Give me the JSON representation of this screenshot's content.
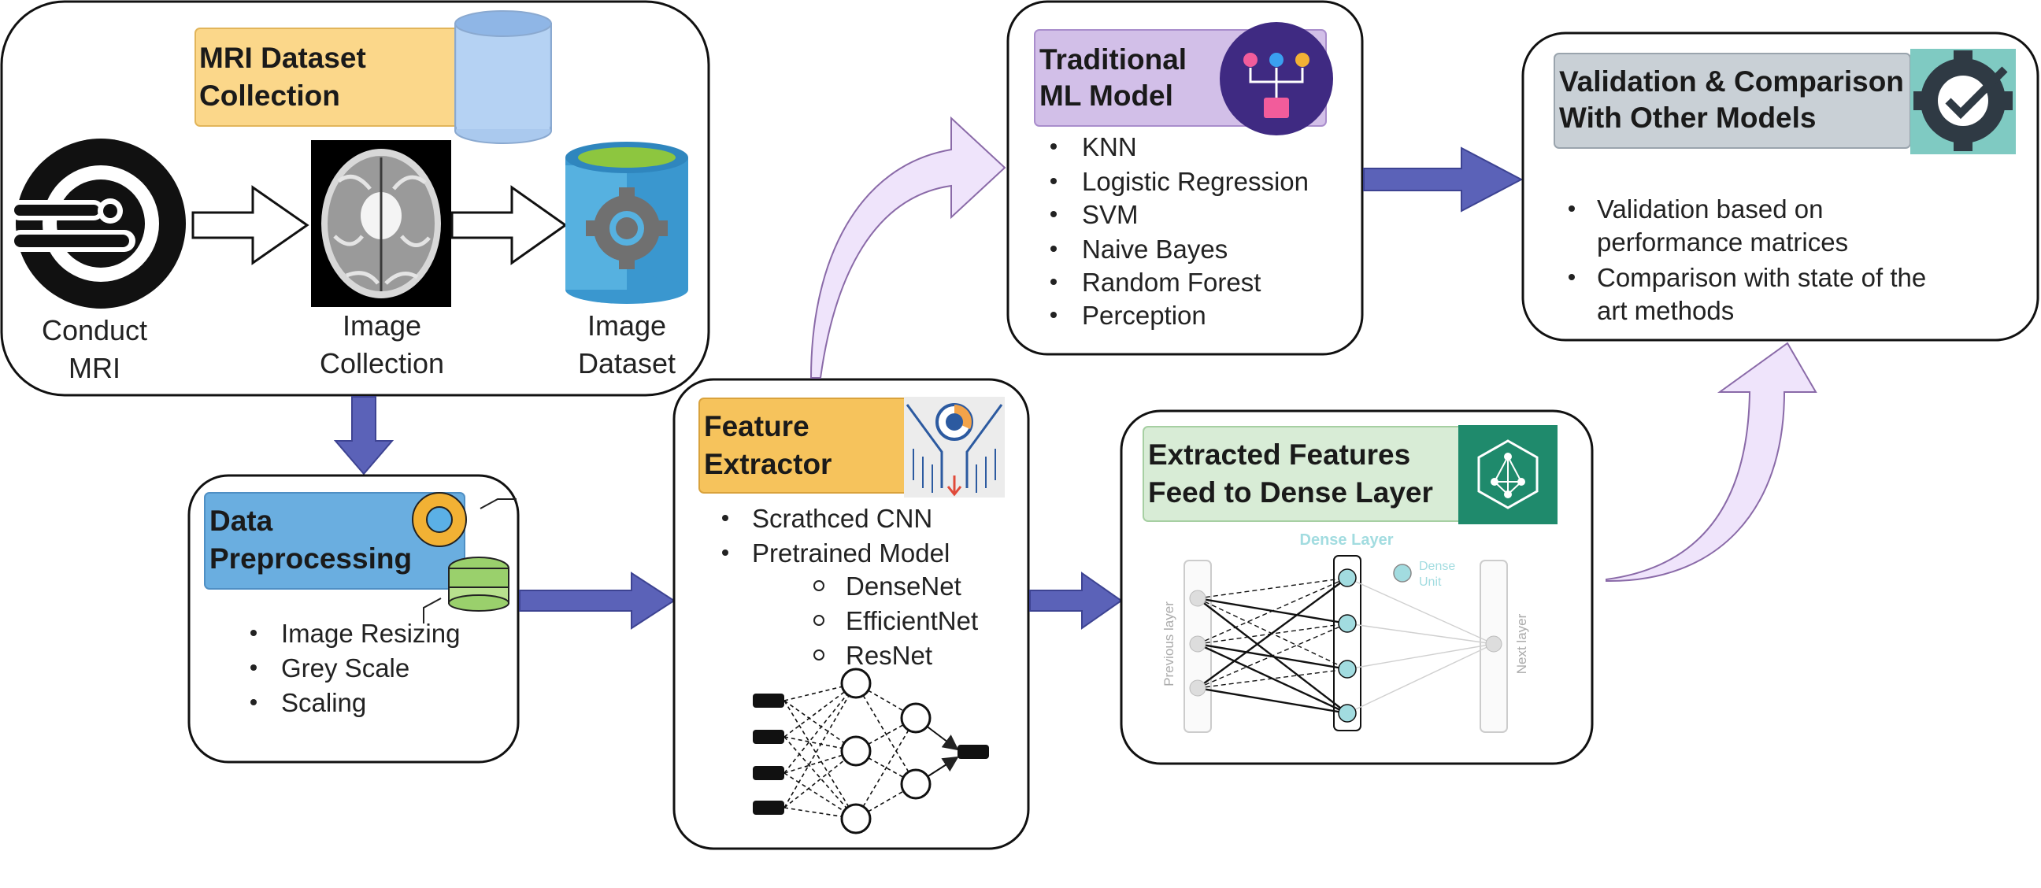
{
  "colors": {
    "arrow_fill": "#5b62b8",
    "arrow_stroke": "#3d4392",
    "title_orange": "#f6c35c",
    "title_blue": "#6aaee0",
    "title_purple": "#d2bfe8",
    "title_green": "#d8ecd6",
    "title_grey": "#c9d0d6",
    "curved_arrow": "#efe4fb",
    "curved_arrow_stroke": "#8a6aa8",
    "dense_cyan": "#a2dce0"
  },
  "mri_box": {
    "title_line1": "MRI Dataset",
    "title_line2": "Collection",
    "conduct_line1": "Conduct",
    "conduct_line2": "MRI",
    "image_collection_line1": "Image",
    "image_collection_line2": "Collection",
    "image_dataset_line1": "Image",
    "image_dataset_line2": "Dataset",
    "icons": [
      "mri-scanner-icon",
      "brain-scan-image",
      "dataset-gear-icon",
      "database-cylinder-icon"
    ]
  },
  "preprocessing_box": {
    "title_line1": "Data",
    "title_line2": "Preprocessing",
    "items": [
      "Image Resizing",
      "Grey Scale",
      "Scaling"
    ],
    "icon": "gear-database-icon"
  },
  "feature_box": {
    "title_line1": "Feature",
    "title_line2": "Extractor",
    "items": [
      "Scrathced CNN",
      "Pretrained Model"
    ],
    "sub_items": [
      "DenseNet",
      "EfficientNet",
      "ResNet"
    ],
    "icon": "funnel-chart-icon"
  },
  "ml_box": {
    "title_line1": "Traditional",
    "title_line2": "ML Model",
    "items": [
      "KNN",
      "Logistic Regression",
      "SVM",
      "Naive Bayes",
      "Random Forest",
      "Perception"
    ],
    "icon": "hierarchy-icon"
  },
  "dense_box": {
    "title_line1": "Extracted Features",
    "title_line2": "Feed to Dense Layer",
    "dense_layer_label": "Dense Layer",
    "dense_unit_line1": "Dense",
    "dense_unit_line2": "Unit",
    "previous_layer_label": "Previous layer",
    "next_layer_label": "Next layer",
    "icon": "neural-network-icon"
  },
  "validation_box": {
    "title_line1": "Validation & Comparison",
    "title_line2": "With Other Models",
    "items": [
      {
        "line1": "Validation based on",
        "line2": "performance matrices"
      },
      {
        "line1": "Comparison with state of the",
        "line2": "art methods"
      }
    ],
    "icon": "checkmark-gear-icon"
  }
}
